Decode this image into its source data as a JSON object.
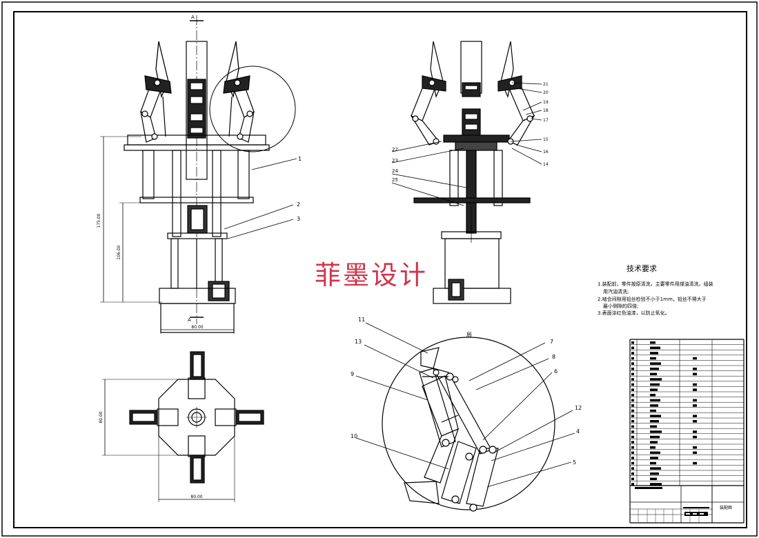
{
  "watermark": "菲墨设计",
  "requirements": {
    "title": "技术要求",
    "lines": [
      "1.装配前，零件按原清洗，主要零件用煤油清洗，组装",
      "用汽油清洗;",
      "2.啮合间隙用铅丝检验不小于1mm，铅丝不得大于",
      "最小侧隙的四倍;",
      "3.表面涂红色油漆，以防止氧化。"
    ]
  },
  "front_view": {
    "dims": [
      "175.00",
      "106.00",
      "80.00"
    ],
    "section_mark": "A",
    "balloons": [
      "1",
      "2",
      "3"
    ]
  },
  "side_view": {
    "balloons_left": [
      "22",
      "23",
      "24",
      "25"
    ],
    "balloons_right": [
      "21",
      "20",
      "19",
      "18",
      "17",
      "15",
      "16",
      "14"
    ]
  },
  "top_view": {
    "dims": [
      "80.00",
      "80.00"
    ]
  },
  "detail_view": {
    "label": "局",
    "balloons_left": [
      "11",
      "13",
      "9",
      "10"
    ],
    "balloons_right": [
      "7",
      "8",
      "6",
      "12",
      "4",
      "5"
    ]
  },
  "title_block": {
    "name": "装配图"
  },
  "colors": {
    "watermark": "#d0354b",
    "line": "#000000"
  }
}
